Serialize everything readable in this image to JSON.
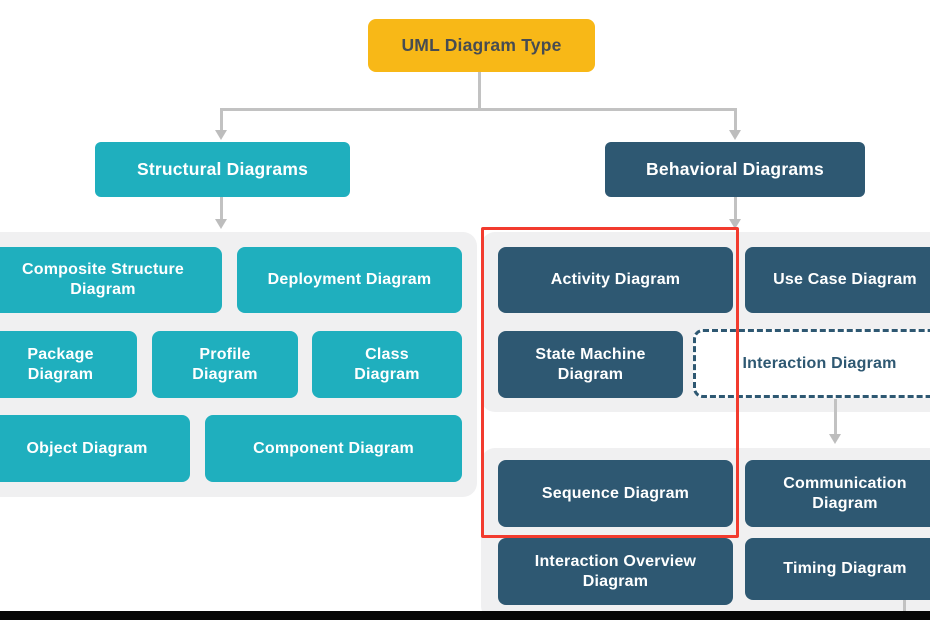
{
  "root": {
    "label": "UML Diagram Type"
  },
  "branches": {
    "structural": {
      "header": "Structural Diagrams",
      "items": [
        {
          "name": "composite-structure-diagram",
          "lines": [
            "Composite Structure",
            "Diagram"
          ]
        },
        {
          "name": "deployment-diagram",
          "lines": [
            "Deployment Diagram"
          ]
        },
        {
          "name": "package-diagram",
          "lines": [
            "Package",
            "Diagram"
          ]
        },
        {
          "name": "profile-diagram",
          "lines": [
            "Profile",
            "Diagram"
          ]
        },
        {
          "name": "class-diagram",
          "lines": [
            "Class",
            "Diagram"
          ]
        },
        {
          "name": "object-diagram",
          "lines": [
            "Object Diagram"
          ]
        },
        {
          "name": "component-diagram",
          "lines": [
            "Component Diagram"
          ]
        }
      ]
    },
    "behavioral": {
      "header": "Behavioral Diagrams",
      "items": [
        {
          "name": "activity-diagram",
          "lines": [
            "Activity Diagram"
          ]
        },
        {
          "name": "use-case-diagram",
          "lines": [
            "Use Case Diagram"
          ]
        },
        {
          "name": "state-machine-diagram",
          "lines": [
            "State Machine",
            "Diagram"
          ]
        },
        {
          "name": "interaction-diagram",
          "lines": [
            "Interaction Diagram"
          ],
          "style": "dashed-outline"
        },
        {
          "name": "sequence-diagram",
          "lines": [
            "Sequence Diagram"
          ]
        },
        {
          "name": "communication-diagram",
          "lines": [
            "Communication",
            "Diagram"
          ]
        },
        {
          "name": "interaction-overview-diagram",
          "lines": [
            "Interaction Overview",
            "Diagram"
          ]
        },
        {
          "name": "timing-diagram",
          "lines": [
            "Timing Diagram"
          ]
        }
      ]
    }
  },
  "annotations": {
    "highlight": "red rectangle framing Activity Diagram, State Machine Diagram and Sequence Diagram"
  },
  "colors": {
    "root_bg": "#F8B817",
    "root_text": "#474C52",
    "structural_accent": "#1FAFBE",
    "behavioral_accent": "#2E5872",
    "panel_bg": "#F0F0F1",
    "connector": "#C2C2C2",
    "highlight_red": "#F23B2E",
    "node_text": "#FFFFFF",
    "bottom_bar": "#060606"
  }
}
